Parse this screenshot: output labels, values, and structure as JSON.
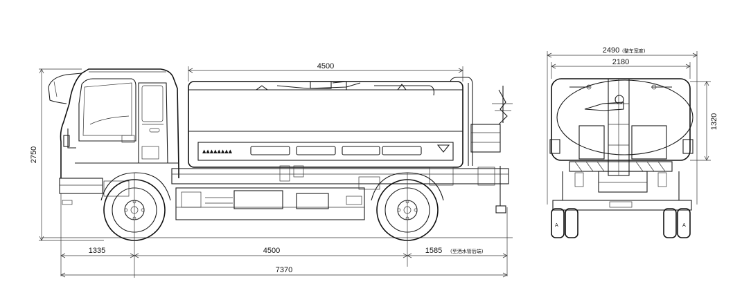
{
  "side_view": {
    "dimensions": {
      "height_overall": "2750",
      "tank_length": "4500",
      "front_overhang": "1335",
      "wheelbase": "4500",
      "rear_overhang": "1585",
      "rear_overhang_note": "(至洒水管后端)",
      "length_overall": "7370"
    },
    "tank_plate_text": "▲▲▲▲▲▲▲▲"
  },
  "rear_view": {
    "dimensions": {
      "width_overall": "2490",
      "width_overall_note": "(整车宽度)",
      "tank_width": "2180",
      "tank_height": "1320"
    },
    "wheel_marks": [
      "A",
      "A"
    ]
  }
}
